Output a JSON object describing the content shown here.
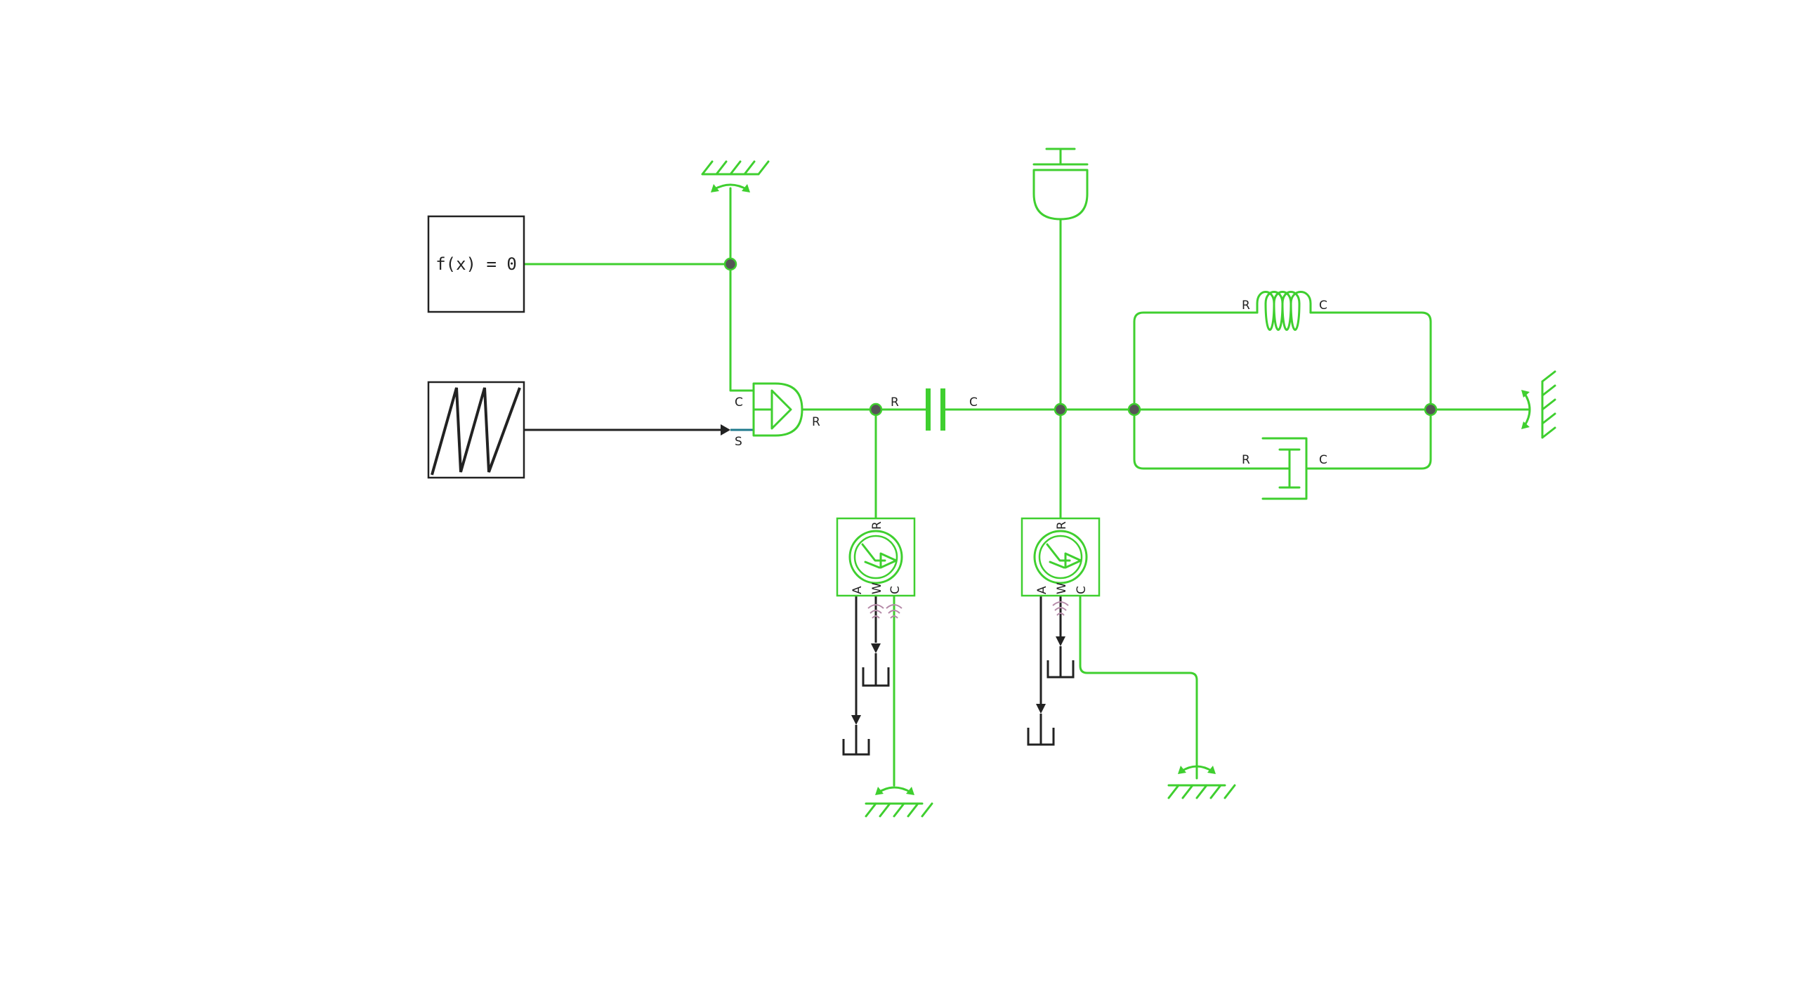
{
  "colors": {
    "wire": "#3fcf2f",
    "signal": "#222222",
    "node": "#555555",
    "thermal_wave": "#b58aa8"
  },
  "blocks": {
    "constant": {
      "label": "f(x) = 0"
    },
    "sawtooth": {
      "icon": "sawtooth-wave-icon"
    }
  },
  "actuator": {
    "port_c": "C",
    "port_s": "S",
    "port_r": "R"
  },
  "capacitor": {
    "port_r": "R",
    "port_c": "C"
  },
  "spring": {
    "port_r": "R",
    "port_c": "C"
  },
  "damper": {
    "port_r": "R",
    "port_c": "C"
  },
  "sensor_left": {
    "port_r": "R",
    "port_a": "A",
    "port_w": "W",
    "port_c": "C"
  },
  "sensor_right": {
    "port_r": "R",
    "port_a": "A",
    "port_w": "W",
    "port_c": "C"
  }
}
